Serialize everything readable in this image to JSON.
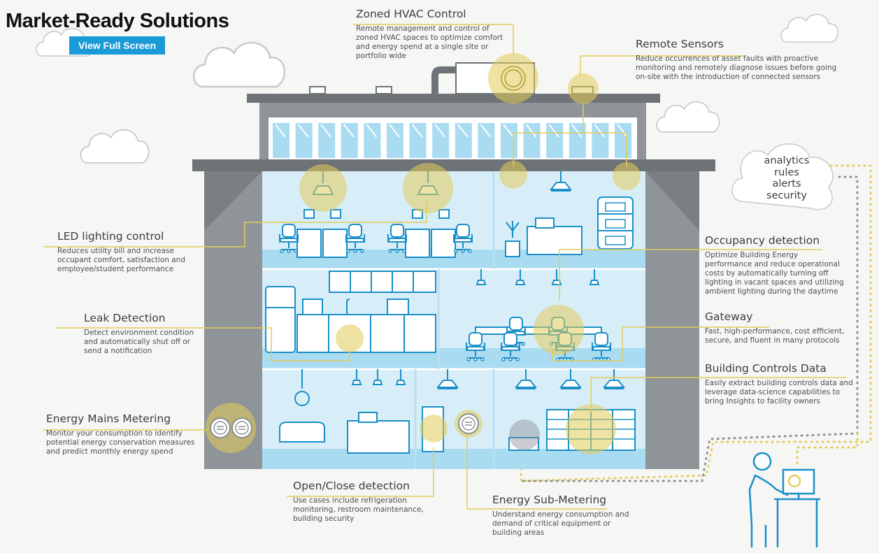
{
  "header": {
    "title": "Market-Ready Solutions",
    "button_label": "View Full Screen"
  },
  "analytics_cloud": {
    "items": [
      "analytics",
      "rules",
      "alerts",
      "security"
    ]
  },
  "labels": {
    "hvac": {
      "heading": "Zoned HVAC Control",
      "desc": [
        "Remote management and control of",
        "zoned HVAC spaces to optimize comfort",
        "and energy spend at a single site or",
        "portfolio wide"
      ]
    },
    "sensors": {
      "heading": "Remote Sensors",
      "desc": [
        "Reduce occurrences of asset faults with proactive",
        "monitoring and remotely diagnose issues before going",
        "on-site with the introduction of connected sensors"
      ]
    },
    "led": {
      "heading": "LED lighting control",
      "desc": [
        "Reduces utility bill and increase",
        "occupant comfort,  satisfaction and",
        "employee/student performance"
      ]
    },
    "leak": {
      "heading": "Leak Detection",
      "desc": [
        "Detect environment condition",
        "and automatically shut off or",
        "send a notification"
      ]
    },
    "mains": {
      "heading": "Energy Mains Metering",
      "desc": [
        "Monitor your consumption to identify",
        "potential energy conservation measures",
        "and predict monthly energy spend"
      ]
    },
    "occupancy": {
      "heading": "Occupancy detection",
      "desc": [
        "Optimize Building Energy",
        "performance and reduce operational",
        "costs by automatically turning off",
        "lighting in vacant spaces and utilizing",
        "ambient lighting during the daytime"
      ]
    },
    "gateway": {
      "heading": "Gateway",
      "desc": [
        "Fast, high-performance, cost efficient,",
        "secure, and fluent in many protocols"
      ]
    },
    "bcd": {
      "heading": "Building Controls Data",
      "desc": [
        "Easily extract building controls data and",
        "leverage data-science capabilities to",
        "bring Insights to facility owners"
      ]
    },
    "openclose": {
      "heading": "Open/Close detection",
      "desc": [
        "Use cases include refrigeration",
        "monitoring, restroom maintenance,",
        "building security"
      ]
    },
    "submeter": {
      "heading": "Energy Sub-Metering",
      "desc": [
        "Understand energy consumption and",
        "demand of critical equipment or",
        "building areas"
      ]
    }
  },
  "colors": {
    "accent_yellow": "#e2cc5a",
    "highlight": "#e8d97a",
    "room_blue": "#d7eef8",
    "floor_blue": "#a9dbf1",
    "line_blue": "#1a8fc8",
    "wall_gray": "#8f9498",
    "roof_gray": "#6e7377",
    "button_blue": "#1a9ad6"
  }
}
